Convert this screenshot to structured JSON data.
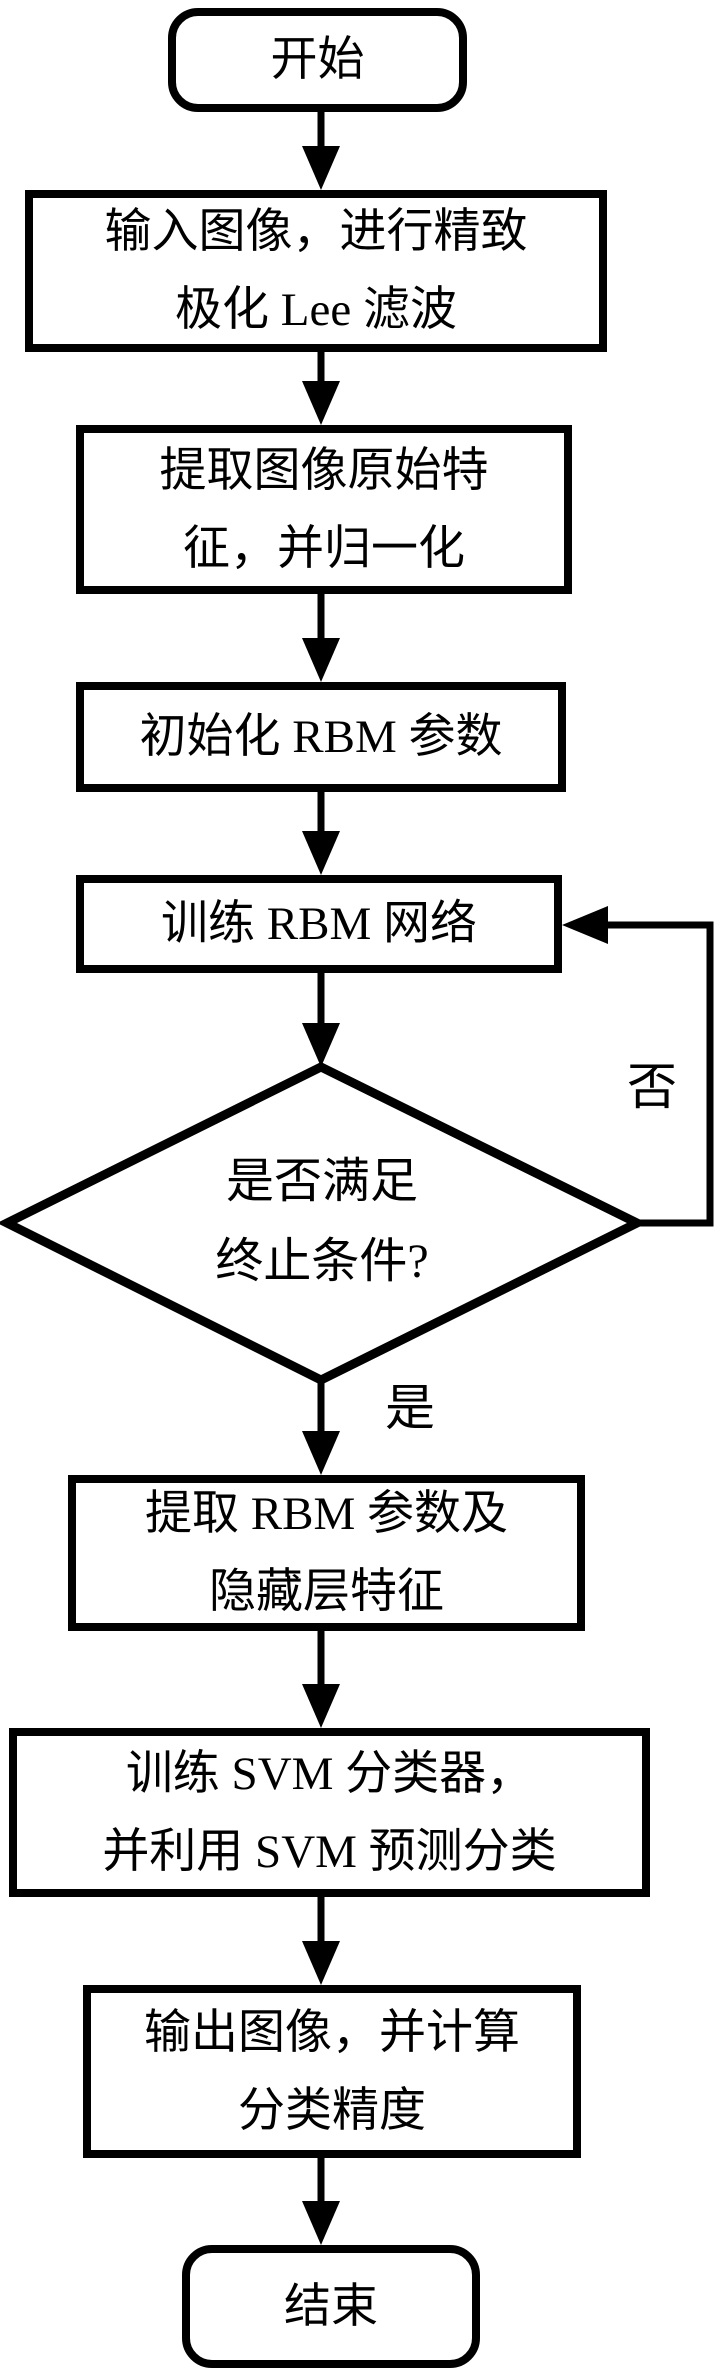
{
  "flowchart": {
    "nodes": {
      "start": {
        "label": "开始"
      },
      "input_image": {
        "line1": "输入图像，进行精致",
        "line2": "极化 Lee 滤波"
      },
      "extract_features": {
        "line1": "提取图像原始特",
        "line2": "征，并归一化"
      },
      "init_rbm": {
        "label": "初始化 RBM 参数"
      },
      "train_rbm": {
        "label": "训练 RBM 网络"
      },
      "decision": {
        "line1": "是否满足",
        "line2": "终止条件?"
      },
      "extract_rbm": {
        "line1": "提取 RBM 参数及",
        "line2": "隐藏层特征"
      },
      "train_svm": {
        "line1": "训练 SVM 分类器，",
        "line2": "并利用 SVM 预测分类"
      },
      "output_image": {
        "line1": "输出图像，并计算",
        "line2": "分类精度"
      },
      "end": {
        "label": "结束"
      }
    },
    "edge_labels": {
      "no": "否",
      "yes": "是"
    },
    "colors": {
      "stroke": "#000000",
      "fill": "#ffffff"
    }
  }
}
